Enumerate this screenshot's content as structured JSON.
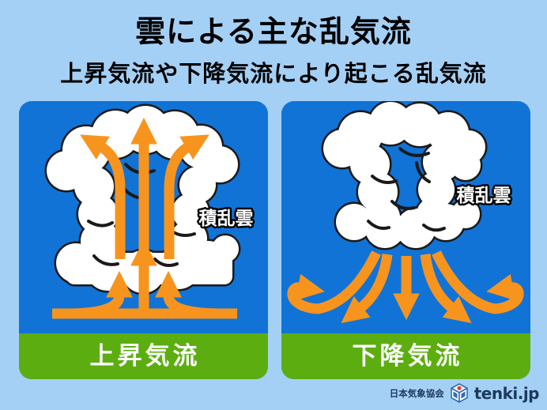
{
  "header": {
    "title": "雲による主な乱気流",
    "subtitle": "上昇気流や下降気流により起こる乱気流"
  },
  "panels": {
    "left": {
      "cloud_label": "積乱雲",
      "caption": "上昇気流"
    },
    "right": {
      "cloud_label": "積乱雲",
      "caption": "下降気流"
    }
  },
  "footer": {
    "agency": "日本気象協会",
    "brand": "tenki.jp"
  },
  "colors": {
    "background": "#A5D0F6",
    "panel_blue": "#1173D6",
    "band_green": "#5CAE10",
    "arrow_orange": "#F7941E",
    "cloud_outline": "#1a1a1a",
    "title_text": "#000000",
    "footer_text": "#1B3A5C",
    "logo_blue": "#2E6DB4",
    "logo_red": "#E8382F"
  }
}
